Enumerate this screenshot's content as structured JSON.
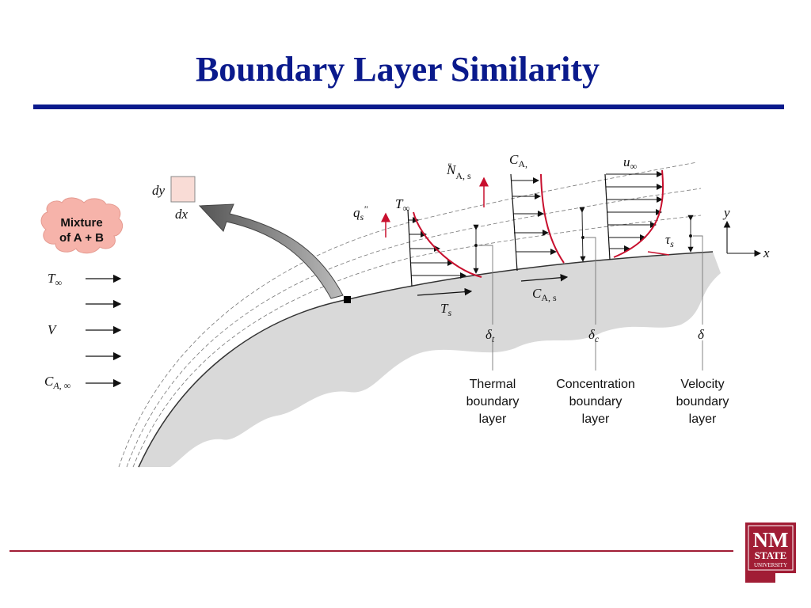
{
  "slide": {
    "title": "Boundary Layer Similarity"
  },
  "diagram": {
    "mixture_label": [
      "Mixture",
      "of A + B"
    ],
    "freestream": {
      "T": "T",
      "T_sub": "∞",
      "V": "V",
      "C": "C",
      "C_sub": "A, ∞"
    },
    "element": {
      "dy": "dy",
      "dx": "dx"
    },
    "profiles": {
      "q": "q",
      "q_sub": "s",
      "q_sup": "\"",
      "N": "N",
      "N_sub": "A, s",
      "N_sup": "\"",
      "T_inf": "T",
      "T_inf_sub": "∞",
      "Ts": "T",
      "Ts_sub": "s",
      "CA": "C",
      "CA_sub": "A,",
      "CAs": "C",
      "CAs_sub": "A, s",
      "u_inf": "u",
      "u_inf_sub": "∞",
      "tau": "τ",
      "tau_sub": "s"
    },
    "axes": {
      "x": "x",
      "y": "y"
    },
    "thickness": {
      "thermal": "δ",
      "thermal_sub": "t",
      "conc": "δ",
      "conc_sub": "c",
      "velocity": "δ"
    },
    "layer_labels": {
      "thermal": [
        "Thermal",
        "boundary",
        "layer"
      ],
      "concentration": [
        "Concentration",
        "boundary",
        "layer"
      ],
      "velocity": [
        "Velocity",
        "boundary",
        "layer"
      ]
    }
  },
  "logo": {
    "line1": "NM",
    "line2": "STATE",
    "line3": "UNIVERSITY"
  },
  "colors": {
    "title": "#0a1a8c",
    "top_rule": "#0a1a8c",
    "bottom_rule": "#a11d35",
    "profile_curve": "#c8102e",
    "surface": "#d9d9d9",
    "mixture_cloud": "#f6b3aa",
    "logo": "#a11d35"
  }
}
